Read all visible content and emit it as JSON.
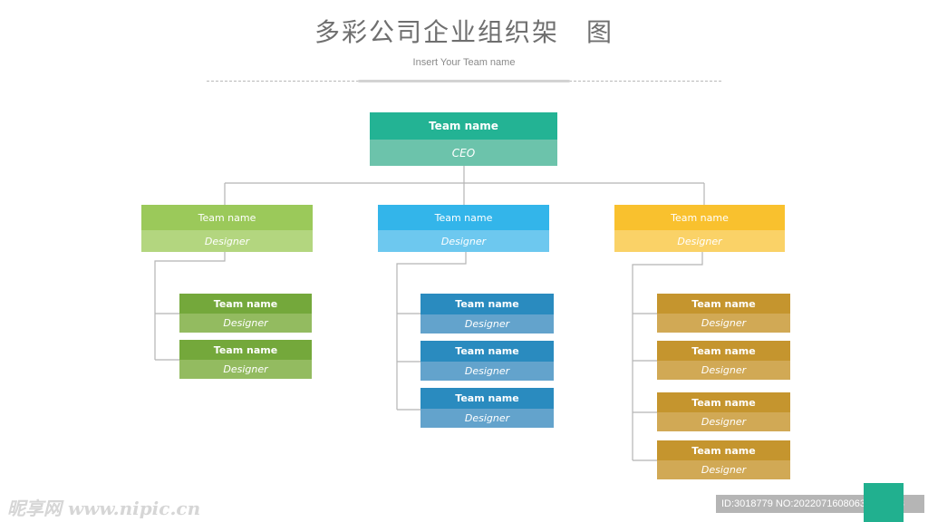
{
  "header": {
    "title": "多彩公司企业组织架　图",
    "subtitle": "Insert Your Team name"
  },
  "colors": {
    "ceo_top": "#23b394",
    "ceo_bot": "#6cc3ab",
    "green_top": "#9bc95a",
    "green_bot": "#b3d67f",
    "green_sub_top": "#74a83b",
    "green_sub_bot": "#93bb60",
    "blue_top": "#33b5ea",
    "blue_bot": "#6dc8ef",
    "blue_sub_top": "#2a8bbf",
    "blue_sub_bot": "#63a3cc",
    "yellow_top": "#f9c12e",
    "yellow_bot": "#fad267",
    "yellow_sub_top": "#c5952e",
    "yellow_sub_bot": "#d1a955",
    "line": "#b5b5b5"
  },
  "org": {
    "ceo": {
      "name": "Team name",
      "role": "CEO"
    },
    "departments": [
      {
        "name": "Team name",
        "role": "Designer",
        "members": [
          {
            "name": "Team name",
            "role": "Designer"
          },
          {
            "name": "Team name",
            "role": "Designer"
          }
        ]
      },
      {
        "name": "Team name",
        "role": "Designer",
        "members": [
          {
            "name": "Team name",
            "role": "Designer"
          },
          {
            "name": "Team name",
            "role": "Designer"
          },
          {
            "name": "Team name",
            "role": "Designer"
          }
        ]
      },
      {
        "name": "Team name",
        "role": "Designer",
        "members": [
          {
            "name": "Team name",
            "role": "Designer"
          },
          {
            "name": "Team name",
            "role": "Designer"
          },
          {
            "name": "Team name",
            "role": "Designer"
          },
          {
            "name": "Team name",
            "role": "Designer"
          }
        ]
      }
    ]
  },
  "watermark": {
    "left": "昵享网 www.nipic.cn",
    "right": "ID:3018779 NO:20220716080630994103"
  }
}
